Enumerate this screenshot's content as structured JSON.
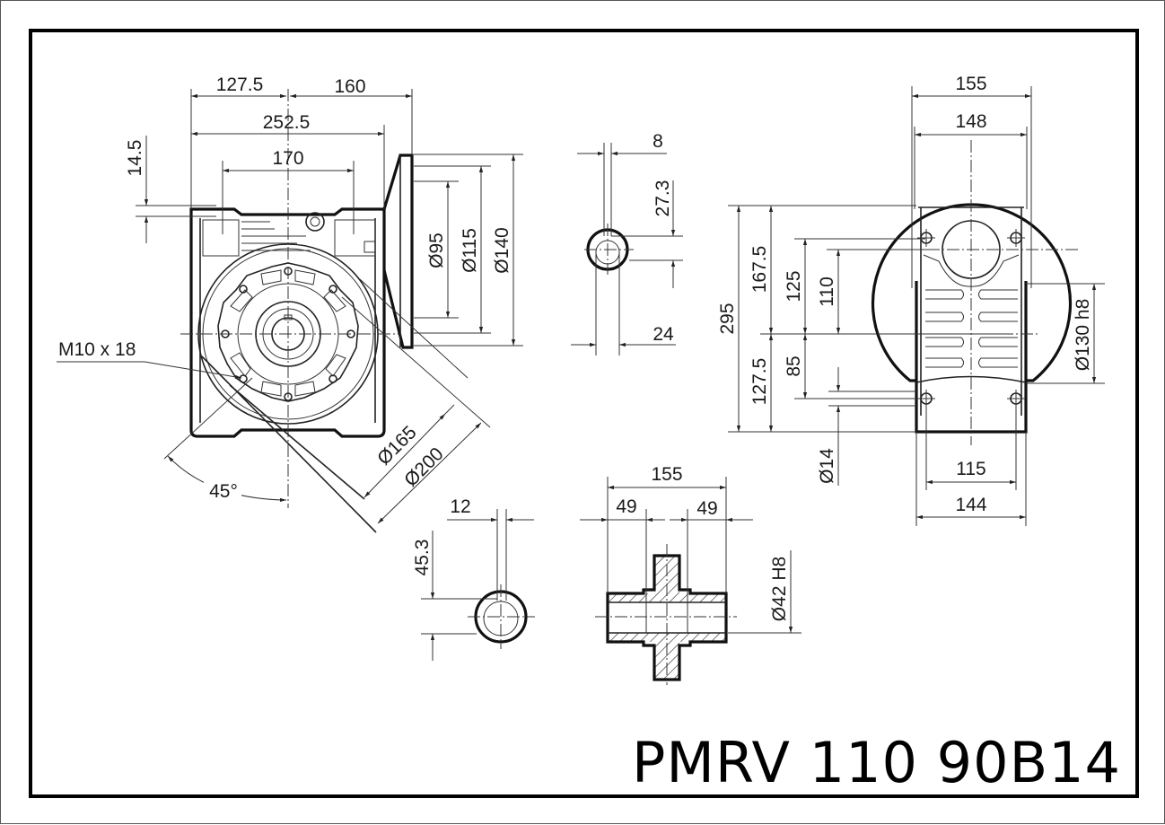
{
  "title": "PMRV 110 90B14",
  "front_view": {
    "dim_127_5": "127.5",
    "dim_160": "160",
    "dim_252_5": "252.5",
    "dim_170": "170",
    "dim_14_5": "14.5",
    "callout_thread": "M10 x 18",
    "dim_angle": "45°",
    "dim_d165": "Ø165",
    "dim_d200": "Ø200",
    "dim_d95": "Ø95",
    "dim_d115": "Ø115",
    "dim_d140": "Ø140"
  },
  "input_shaft": {
    "dim_key": "8",
    "dim_height": "27.3",
    "dim_bore": "24"
  },
  "side_view": {
    "dim_155": "155",
    "dim_148": "148",
    "dim_295": "295",
    "dim_167_5": "167.5",
    "dim_127_5": "127.5",
    "dim_125": "125",
    "dim_85": "85",
    "dim_110": "110",
    "dim_d14": "Ø14",
    "dim_d130": "Ø130 h8",
    "dim_115": "115",
    "dim_144": "144"
  },
  "output_bore": {
    "dim_key": "12",
    "dim_height": "45.3"
  },
  "hollow_shaft": {
    "dim_total": "155",
    "dim_left": "49",
    "dim_right": "49",
    "dim_bore": "Ø42 H8"
  },
  "colors": {
    "line": "#111111",
    "background": "#ffffff"
  }
}
